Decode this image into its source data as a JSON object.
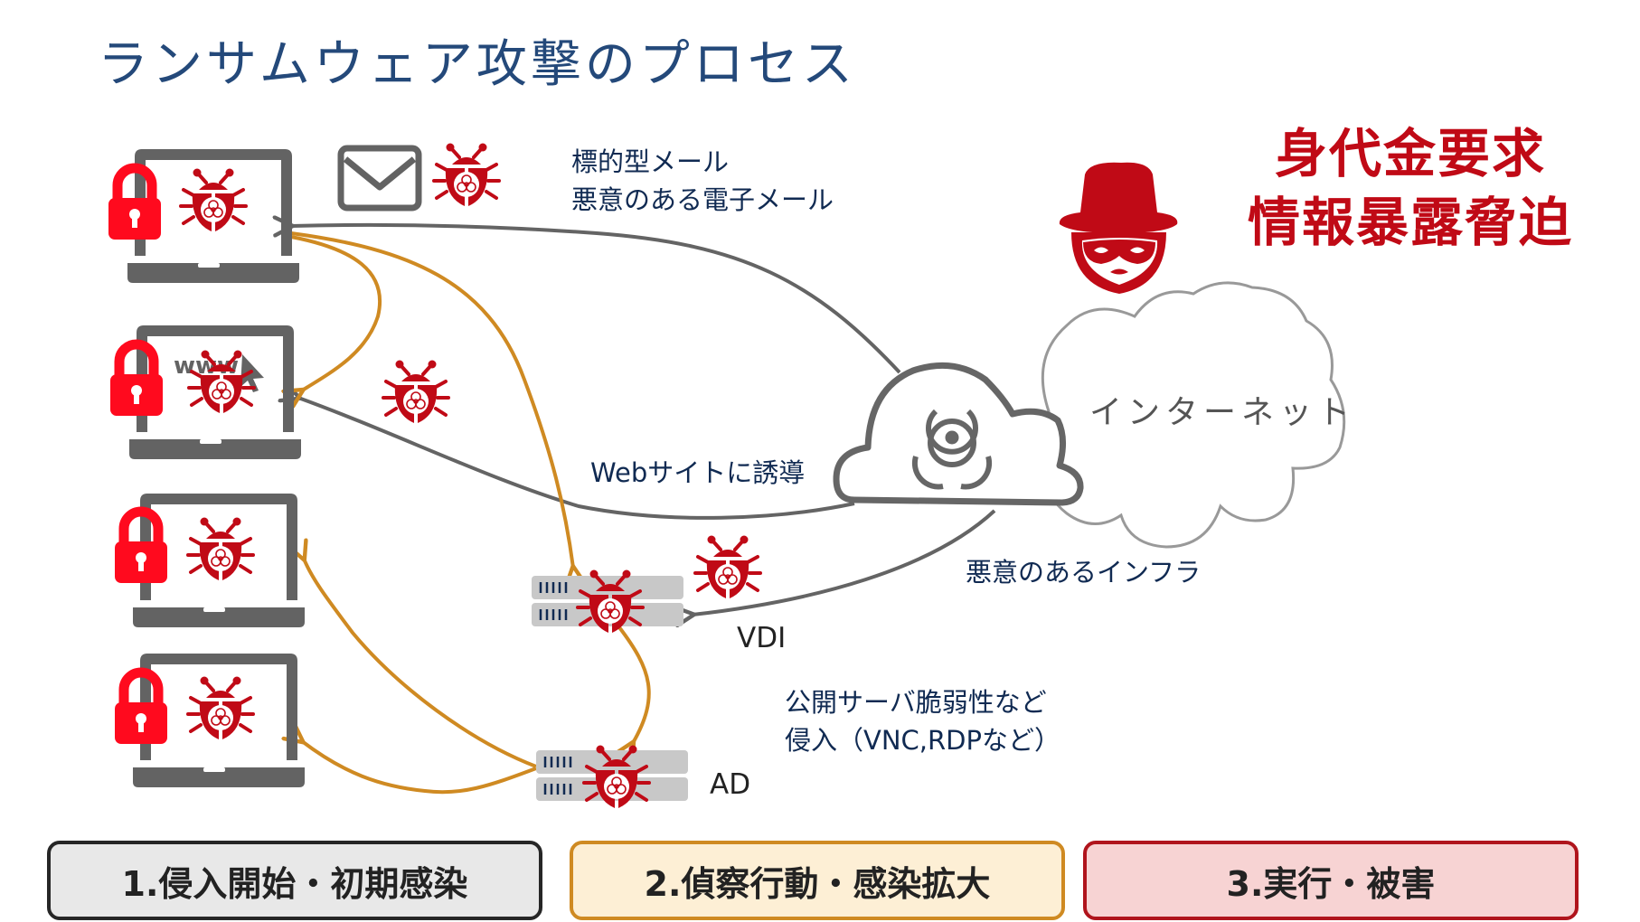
{
  "title": "ランサムウェア攻撃のプロセス",
  "demand": {
    "line1": "身代金要求",
    "line2": "情報暴露脅迫"
  },
  "labels": {
    "email_line1": "標的型メール",
    "email_line2": "悪意のある電子メール",
    "web": "Webサイトに誘導",
    "infra": "悪意のあるインフラ",
    "internet": "インターネット",
    "vdi": "VDI",
    "ad": "AD",
    "exploit_line1": "公開サーバ脆弱性など",
    "exploit_line2": "侵入（VNC,RDPなど）",
    "www": "www"
  },
  "phases": [
    {
      "label": "1.侵入開始・初期感染"
    },
    {
      "label": "2.偵察行動・感染拡大"
    },
    {
      "label": "3.実行・被害"
    }
  ],
  "colors": {
    "title": "#24497a",
    "navy_text": "#102a52",
    "malware_red": "#c00a16",
    "lock_red": "#ff0a1e",
    "device_gray": "#636363",
    "arrow_gray": "#646464",
    "arrow_orange": "#cf8a22",
    "server_gray": "#c8c8c8",
    "cloud_outline": "#999999"
  },
  "icons": {
    "laptop": "laptop-icon",
    "lock": "lock-icon",
    "bug": "malware-bug-icon",
    "envelope": "envelope-icon",
    "hacker": "hacker-icon",
    "biohazard_cloud": "biohazard-cloud-icon",
    "internet_cloud": "cloud-icon",
    "server": "server-icon"
  }
}
